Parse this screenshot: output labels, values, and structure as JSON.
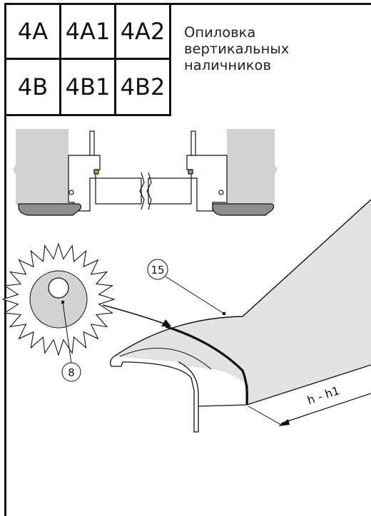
{
  "codes": [
    {
      "label": "4A"
    },
    {
      "label": "4A1"
    },
    {
      "label": "4A2"
    },
    {
      "label": "4B"
    },
    {
      "label": "4B1"
    },
    {
      "label": "4B2"
    }
  ],
  "title": {
    "line1": "Опиловка",
    "line2": "вертикальных",
    "line3": "наличников"
  },
  "callouts": {
    "board": "15",
    "blade": "8"
  },
  "dimension": {
    "label": "h - h1"
  },
  "colors": {
    "outline": "#111111",
    "panel_gray": "#d3d3d3",
    "trim_gray": "#8e8e8e",
    "board_fill": "#e2e2e2"
  }
}
